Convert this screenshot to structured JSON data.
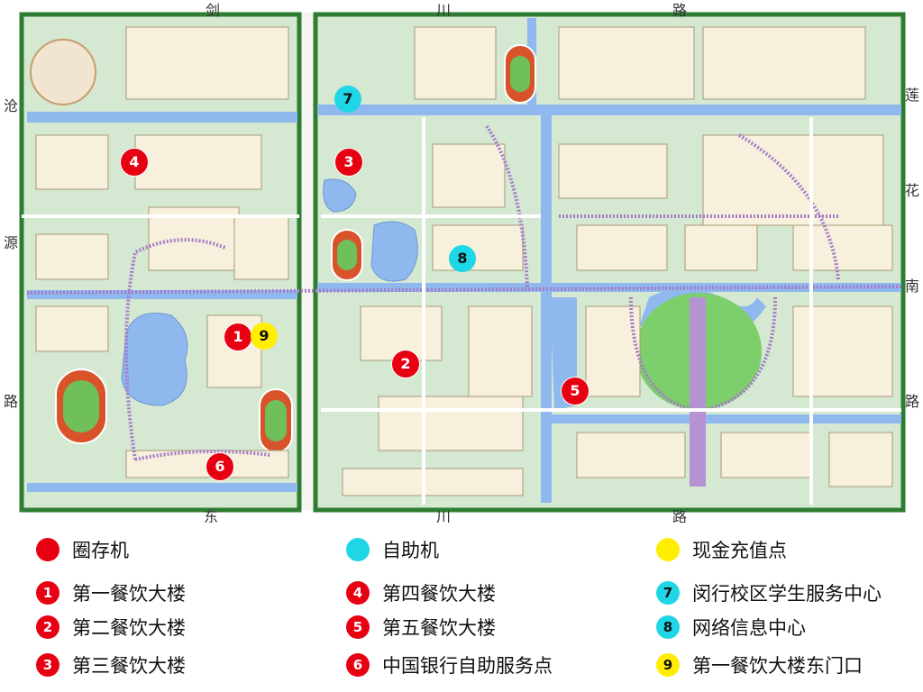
{
  "road_labels": [
    {
      "id": "jian",
      "text": "剑"
    },
    {
      "id": "chuan-top",
      "text": "川"
    },
    {
      "id": "lu-top",
      "text": "路"
    },
    {
      "id": "cang",
      "text": "沧"
    },
    {
      "id": "yuan",
      "text": "源"
    },
    {
      "id": "lu-left",
      "text": "路"
    },
    {
      "id": "lian",
      "text": "莲"
    },
    {
      "id": "hua",
      "text": "花"
    },
    {
      "id": "nan",
      "text": "南"
    },
    {
      "id": "lu-right",
      "text": "路"
    },
    {
      "id": "dong",
      "text": "东"
    },
    {
      "id": "chuan-bottom",
      "text": "川"
    },
    {
      "id": "lu-bottom",
      "text": "路"
    }
  ],
  "markers": [
    {
      "id": "m1",
      "label": "1",
      "type": "red"
    },
    {
      "id": "m9",
      "label": "9",
      "type": "yellow"
    },
    {
      "id": "m2",
      "label": "2",
      "type": "red"
    },
    {
      "id": "m3",
      "label": "3",
      "type": "red"
    },
    {
      "id": "m4",
      "label": "4",
      "type": "red"
    },
    {
      "id": "m5",
      "label": "5",
      "type": "red"
    },
    {
      "id": "m6",
      "label": "6",
      "type": "red"
    },
    {
      "id": "m7",
      "label": "7",
      "type": "cyan"
    },
    {
      "id": "m8",
      "label": "8",
      "type": "cyan"
    }
  ],
  "legend": [
    {
      "key": "red-dot",
      "num": "",
      "color": "red",
      "text": "圈存机"
    },
    {
      "key": "cyan-dot",
      "num": "",
      "color": "cyan",
      "text": "自助机"
    },
    {
      "key": "yellow-dot",
      "num": "",
      "color": "yellow",
      "text": "现金充值点"
    },
    {
      "key": "num-1",
      "num": "1",
      "color": "red",
      "text": "第一餐饮大楼"
    },
    {
      "key": "num-4",
      "num": "4",
      "color": "red",
      "text": "第四餐饮大楼"
    },
    {
      "key": "num-7",
      "num": "7",
      "color": "cyan",
      "text": "闵行校区学生服务中心"
    },
    {
      "key": "num-2",
      "num": "2",
      "color": "red",
      "text": "第二餐饮大楼"
    },
    {
      "key": "num-5",
      "num": "5",
      "color": "red",
      "text": "第五餐饮大楼"
    },
    {
      "key": "num-8",
      "num": "8",
      "color": "cyan",
      "text": "网络信息中心"
    },
    {
      "key": "num-3",
      "num": "3",
      "color": "red",
      "text": "第三餐饮大楼"
    },
    {
      "key": "num-6",
      "num": "6",
      "color": "red",
      "text": "中国银行自助服务点"
    },
    {
      "key": "num-9",
      "num": "9",
      "color": "yellow",
      "text": "第一餐饮大楼东门口"
    }
  ],
  "colors": {
    "grass": "#cfe6cf",
    "water": "#8fb8ee",
    "road": "#f2f2ee",
    "tree": "#2e7d32",
    "path_purple": "#a67bc9",
    "marker_red": "#e60012",
    "marker_cyan": "#1ed6e6",
    "marker_yellow": "#ffee00"
  }
}
